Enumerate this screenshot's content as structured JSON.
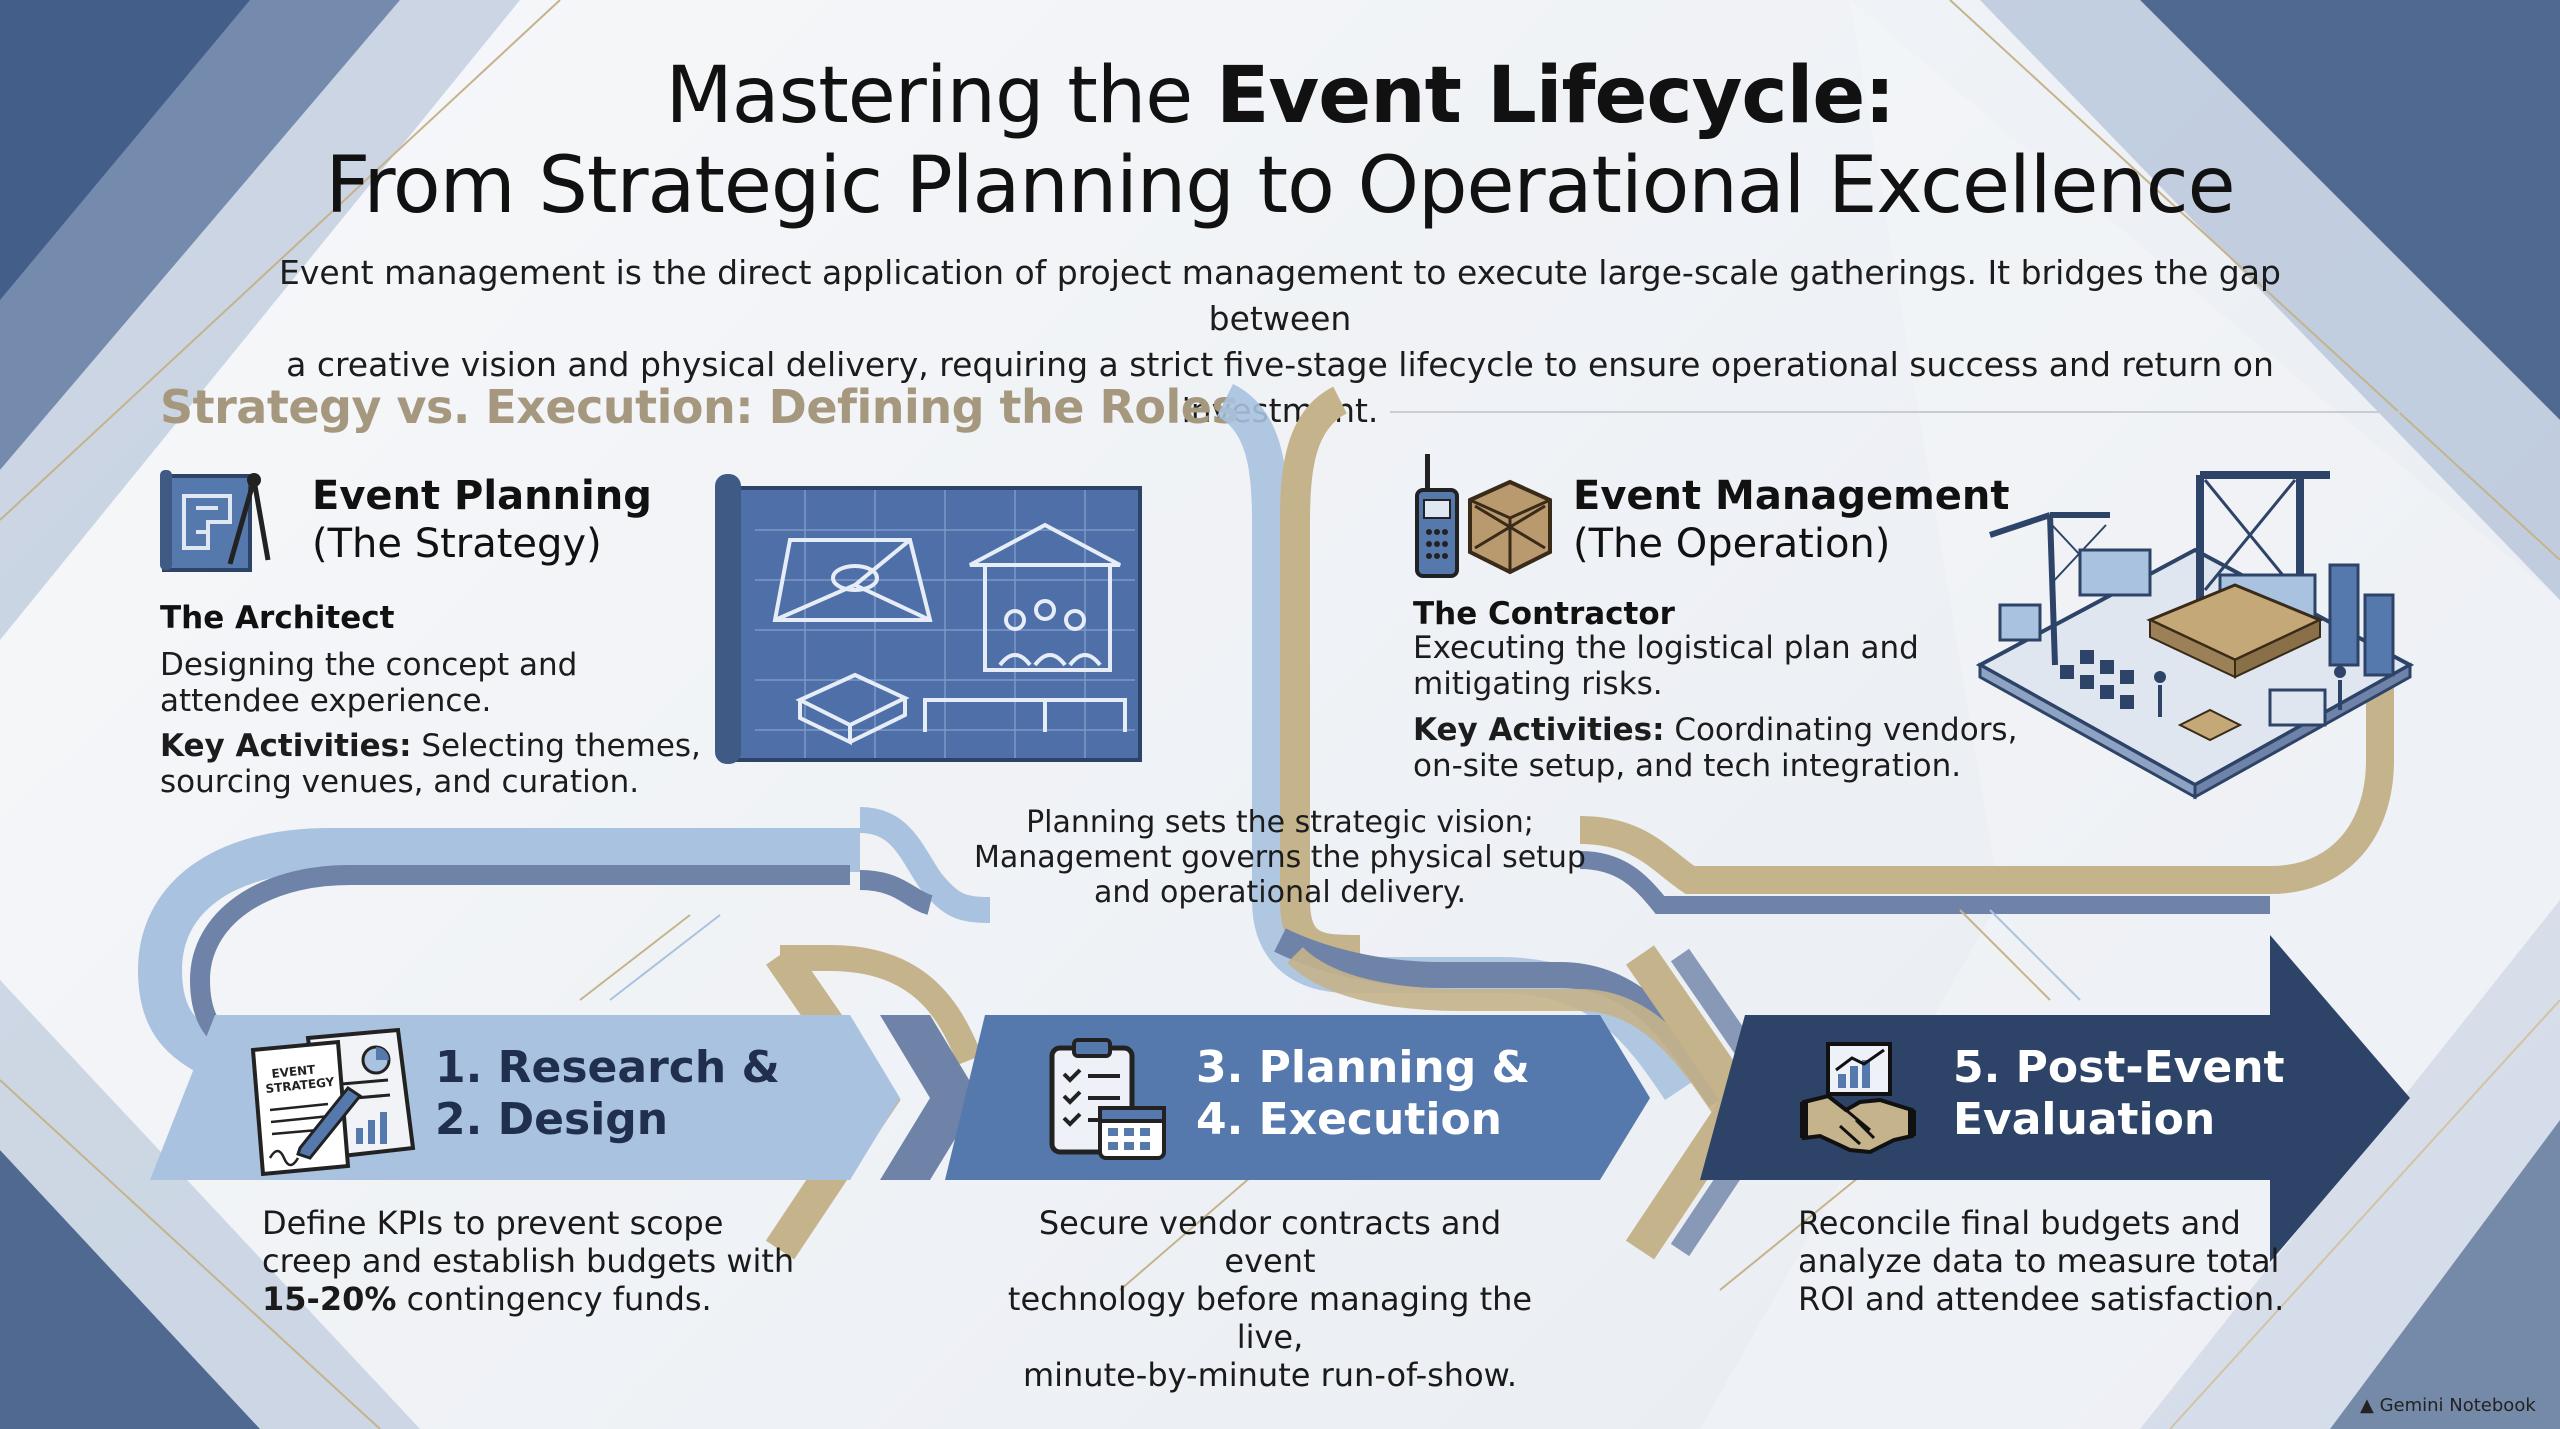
{
  "title": {
    "line1_plain": "Mastering the ",
    "line1_bold": "Event Lifecycle:",
    "line2": "From Strategic Planning to Operational Excellence"
  },
  "intro": {
    "line1": "Event management is the direct application of project management to execute large-scale gatherings. It bridges the gap between",
    "line2": "a creative vision and physical delivery, requiring a strict five-stage lifecycle to ensure operational success and return on investment."
  },
  "roles_section": {
    "title": "Strategy vs. Execution: Defining the Roles",
    "planning": {
      "name": "Event Planning",
      "sub": "(The Strategy)",
      "role": "The Architect",
      "line1": "Designing the concept and",
      "line2": "attendee experience.",
      "activities_label": "Key Activities:",
      "activities_line1": " Selecting themes,",
      "activities_line2": "sourcing venues, and curation."
    },
    "management": {
      "name": "Event Management",
      "sub": "(The Operation)",
      "role": "The Contractor",
      "line1": "Executing the logistical plan and",
      "line2": "mitigating risks.",
      "activities_label": "Key Activities:",
      "activities_line1": " Coordinating vendors,",
      "activities_line2": "on-site setup, and tech integration."
    },
    "center_note": {
      "line1": "Planning sets the strategic vision;",
      "line2": "Management governs the physical setup",
      "line3": "and operational delivery."
    }
  },
  "stages": [
    {
      "label_line1": "1. Research &",
      "label_line2": "2. Design",
      "icon_text_line1": "EVENT",
      "icon_text_line2": "STRATEGY",
      "desc_line1": "Define KPIs to prevent scope",
      "desc_line2": "creep and establish budgets with",
      "desc_bold": "15-20%",
      "desc_line3_rest": " contingency funds."
    },
    {
      "label_line1": "3. Planning &",
      "label_line2": "4. Execution",
      "desc_line1": "Secure vendor contracts and event",
      "desc_line2": "technology before managing the live,",
      "desc_line3": "minute-by-minute run-of-show."
    },
    {
      "label_line1": "5. Post-Event",
      "label_line2": "Evaluation",
      "desc_line1": "Reconcile final budgets and",
      "desc_line2": "analyze data to measure total",
      "desc_line3": "ROI and attendee satisfaction."
    }
  ],
  "brand": "Gemini Notebook",
  "colors": {
    "light_blue": "#a9c2df",
    "mid_blue": "#5679ad",
    "navy": "#2d4367",
    "gold": "#c5b38b",
    "slate": "#6f83a8",
    "section_title": "#a5987e"
  }
}
